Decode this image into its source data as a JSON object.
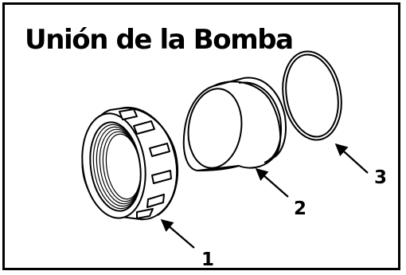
{
  "title": "Unión de la Bomba",
  "callouts": [
    {
      "label": "1",
      "part": "union nut"
    },
    {
      "label": "2",
      "part": "tailpiece"
    },
    {
      "label": "3",
      "part": "o-ring"
    }
  ],
  "colors": {
    "line": "#000000",
    "background": "#ffffff"
  }
}
